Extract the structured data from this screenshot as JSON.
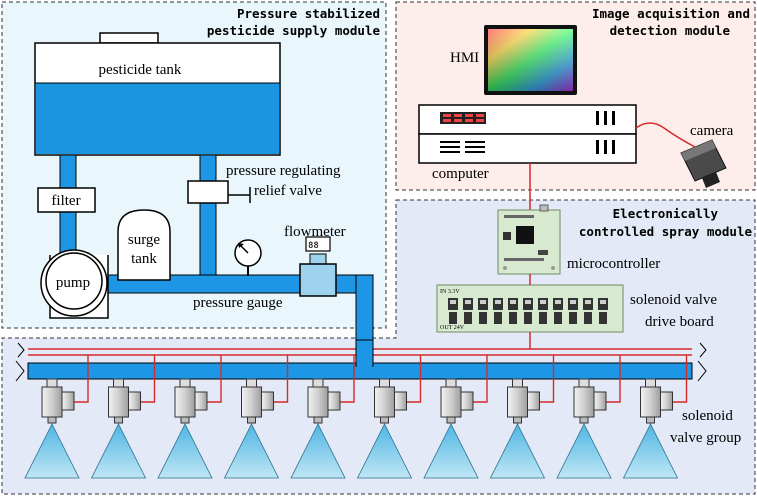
{
  "modules": {
    "supply": {
      "title_line1": "Pressure stabilized",
      "title_line2": "pesticide supply module"
    },
    "acquisition": {
      "title_line1": "Image acquisition and",
      "title_line2": "detection module"
    },
    "spray": {
      "title_line1": "Electronically",
      "title_line2": "controlled spray module"
    }
  },
  "labels": {
    "pesticide_tank": "pesticide tank",
    "filter": "filter",
    "surge_tank_line1": "surge",
    "surge_tank_line2": "tank",
    "pump": "pump",
    "pressure_gauge": "pressure gauge",
    "flowmeter": "flowmeter",
    "relief_line1": "pressure regulating",
    "relief_line2": "relief valve",
    "hmi": "HMI",
    "computer": "computer",
    "camera": "camera",
    "microcontroller": "microcontroller",
    "drive_line1": "solenoid valve",
    "drive_line2": "drive board",
    "in_voltage": "IN 3.3V",
    "out_voltage": "OUT 24V",
    "valve_line1": "solenoid",
    "valve_line2": "valve group"
  },
  "colors": {
    "pipe": "#1e96e6",
    "liquid": "#1b95e0",
    "wire": "#d42a2a",
    "supply_bg": "#e9f7fd",
    "acq_bg": "#fdeeeb",
    "spray_bg": "#e3e9f6",
    "board": "#d7ead0",
    "spray_cone": "#7ec8e8"
  },
  "counts": {
    "nozzles": 10
  }
}
